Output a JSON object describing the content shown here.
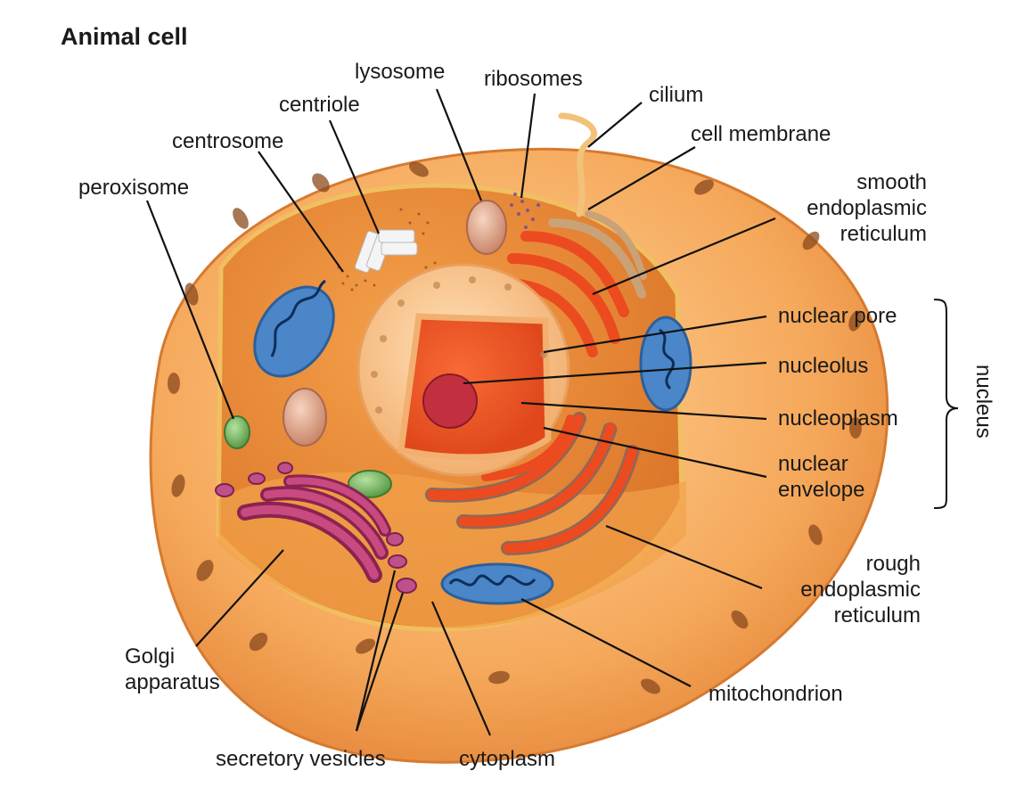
{
  "title": "Animal cell",
  "labels": {
    "lysosome": "lysosome",
    "ribosomes": "ribosomes",
    "cilium": "cilium",
    "centriole": "centriole",
    "cell_membrane": "cell membrane",
    "centrosome": "centrosome",
    "peroxisome": "peroxisome",
    "smooth_er": [
      "smooth",
      "endoplasmic",
      "reticulum"
    ],
    "nuclear_pore": "nuclear pore",
    "nucleolus": "nucleolus",
    "nucleoplasm": "nucleoplasm",
    "nuclear_envelope": [
      "nuclear",
      "envelope"
    ],
    "nucleus": "nucleus",
    "rough_er": [
      "rough",
      "endoplasmic",
      "reticulum"
    ],
    "golgi": [
      "Golgi",
      "apparatus"
    ],
    "mitochondrion": "mitochondrion",
    "secretory_vesicles": "secretory vesicles",
    "cytoplasm": "cytoplasm"
  },
  "colors": {
    "membrane": "#f3a955",
    "cytoplasm": "#e8862f",
    "mitochondria": "#4a86c8",
    "golgi": "#b0356a",
    "er": "#ec4a1f",
    "nucleolus": "#c23040",
    "peroxisome": "#6aa55a"
  }
}
